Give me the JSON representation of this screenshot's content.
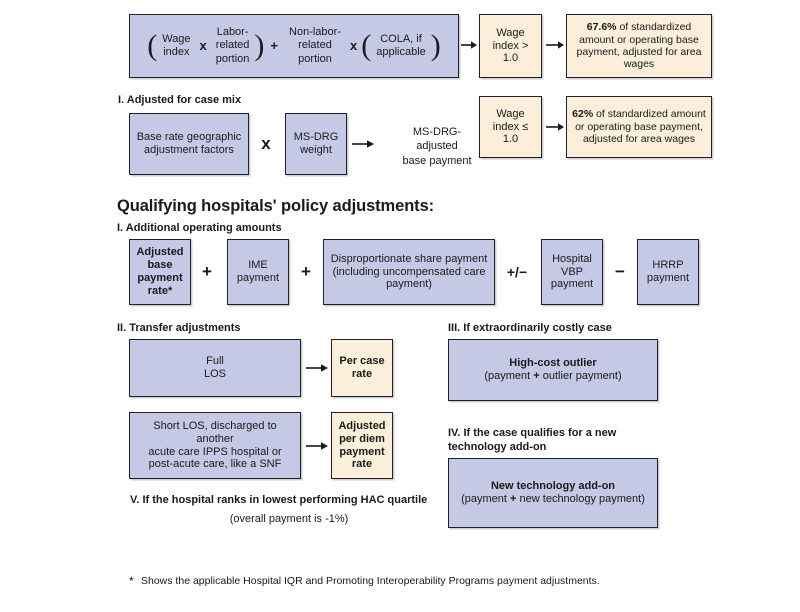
{
  "diagram": {
    "title": "Medicare IPPS hospital payment calculation flow",
    "colors": {
      "blue_fill": "#c5c9e6",
      "cream_fill": "#fbefdb",
      "border": "#20202a",
      "text": "#1a1a1a",
      "background": "#ffffff"
    }
  },
  "wage_formula": {
    "open_paren": "(",
    "close_paren": ")",
    "term1": "Wage\nindex",
    "term1_line1": "Wage",
    "term1_line2": "index",
    "op1": "x",
    "term2_line1": "Labor-",
    "term2_line2": "related",
    "term2_line3": "portion",
    "op2": "+",
    "term3_line1": "Non-labor-",
    "term3_line2": "related",
    "term3_line3": "portion",
    "op3": "x",
    "term4_line1": "COLA, if",
    "term4_line2": "applicable"
  },
  "wage_branches": [
    {
      "condition_line1": "Wage",
      "condition_line2": "index > 1.0",
      "result_pct": "67.6%",
      "result_text": " of standardized amount or operating base payment, adjusted for area wages"
    },
    {
      "condition_line1": "Wage",
      "condition_line2": "index ≤ 1.0",
      "result_pct": "62%",
      "result_text": " of standardized amount or operating base payment, adjusted for area wages"
    }
  ],
  "case_mix": {
    "heading": "I. Adjusted for case mix",
    "box1_line1": "Base rate geographic",
    "box1_line2": "adjustment factors",
    "operator": "x",
    "box2_line1": "MS-DRG",
    "box2_line2": "weight",
    "result_line1": "MS-DRG-",
    "result_line2": "adjusted",
    "result_line3": "base payment"
  },
  "policy": {
    "main_heading": "Qualifying hospitals' policy adjustments:",
    "section1_heading": "I. Additional operating amounts",
    "operating_chain": [
      {
        "type": "box",
        "lines": [
          "Adjusted",
          "base",
          "payment",
          "rate*"
        ],
        "bold": true,
        "fill": "blue"
      },
      {
        "type": "operator",
        "label": "+"
      },
      {
        "type": "box",
        "lines": [
          "IME",
          "payment"
        ],
        "bold": false,
        "fill": "blue"
      },
      {
        "type": "operator",
        "label": "+"
      },
      {
        "type": "box",
        "lines": [
          "Disproportionate share payment",
          "(including uncompensated care",
          "payment)"
        ],
        "bold": false,
        "fill": "blue"
      },
      {
        "type": "operator",
        "label": "+/−"
      },
      {
        "type": "box",
        "lines": [
          "Hospital",
          "VBP",
          "payment"
        ],
        "bold": false,
        "fill": "blue"
      },
      {
        "type": "operator",
        "label": "−"
      },
      {
        "type": "box",
        "lines": [
          "HRRP",
          "payment"
        ],
        "bold": false,
        "fill": "blue"
      }
    ],
    "section2_heading": "II. Transfer adjustments",
    "transfers": [
      {
        "source_lines": [
          "Full",
          "LOS"
        ],
        "source_bold": false,
        "result_lines": [
          "Per case",
          "rate"
        ]
      },
      {
        "source_lines": [
          "Short LOS, discharged to another",
          "acute care IPPS hospital or",
          "post-acute care, like a SNF"
        ],
        "source_bold": false,
        "result_lines": [
          "Adjusted",
          "per diem",
          "payment",
          "rate"
        ]
      }
    ],
    "section3_heading": "III. If extraordinarily costly case",
    "section3_box_title": "High-cost outlier",
    "section3_box_sub_pre": "(payment",
    "section3_box_sub_op": "+",
    "section3_box_sub_post": "outlier payment)",
    "section4_heading_line1": "IV. If the case qualifies for a new",
    "section4_heading_line2": "technology add-on",
    "section4_box_title": "New technology add-on",
    "section4_box_sub_pre": "(payment",
    "section4_box_sub_op": "+",
    "section4_box_sub_post": "new technology payment)",
    "section5_heading": "V. If the hospital ranks in lowest performing HAC quartile",
    "section5_subtext": "(overall payment is -1%)"
  },
  "footnote": {
    "marker": "*",
    "text": "Shows the applicable Hospital IQR and Promoting Interoperability Programs payment adjustments."
  }
}
